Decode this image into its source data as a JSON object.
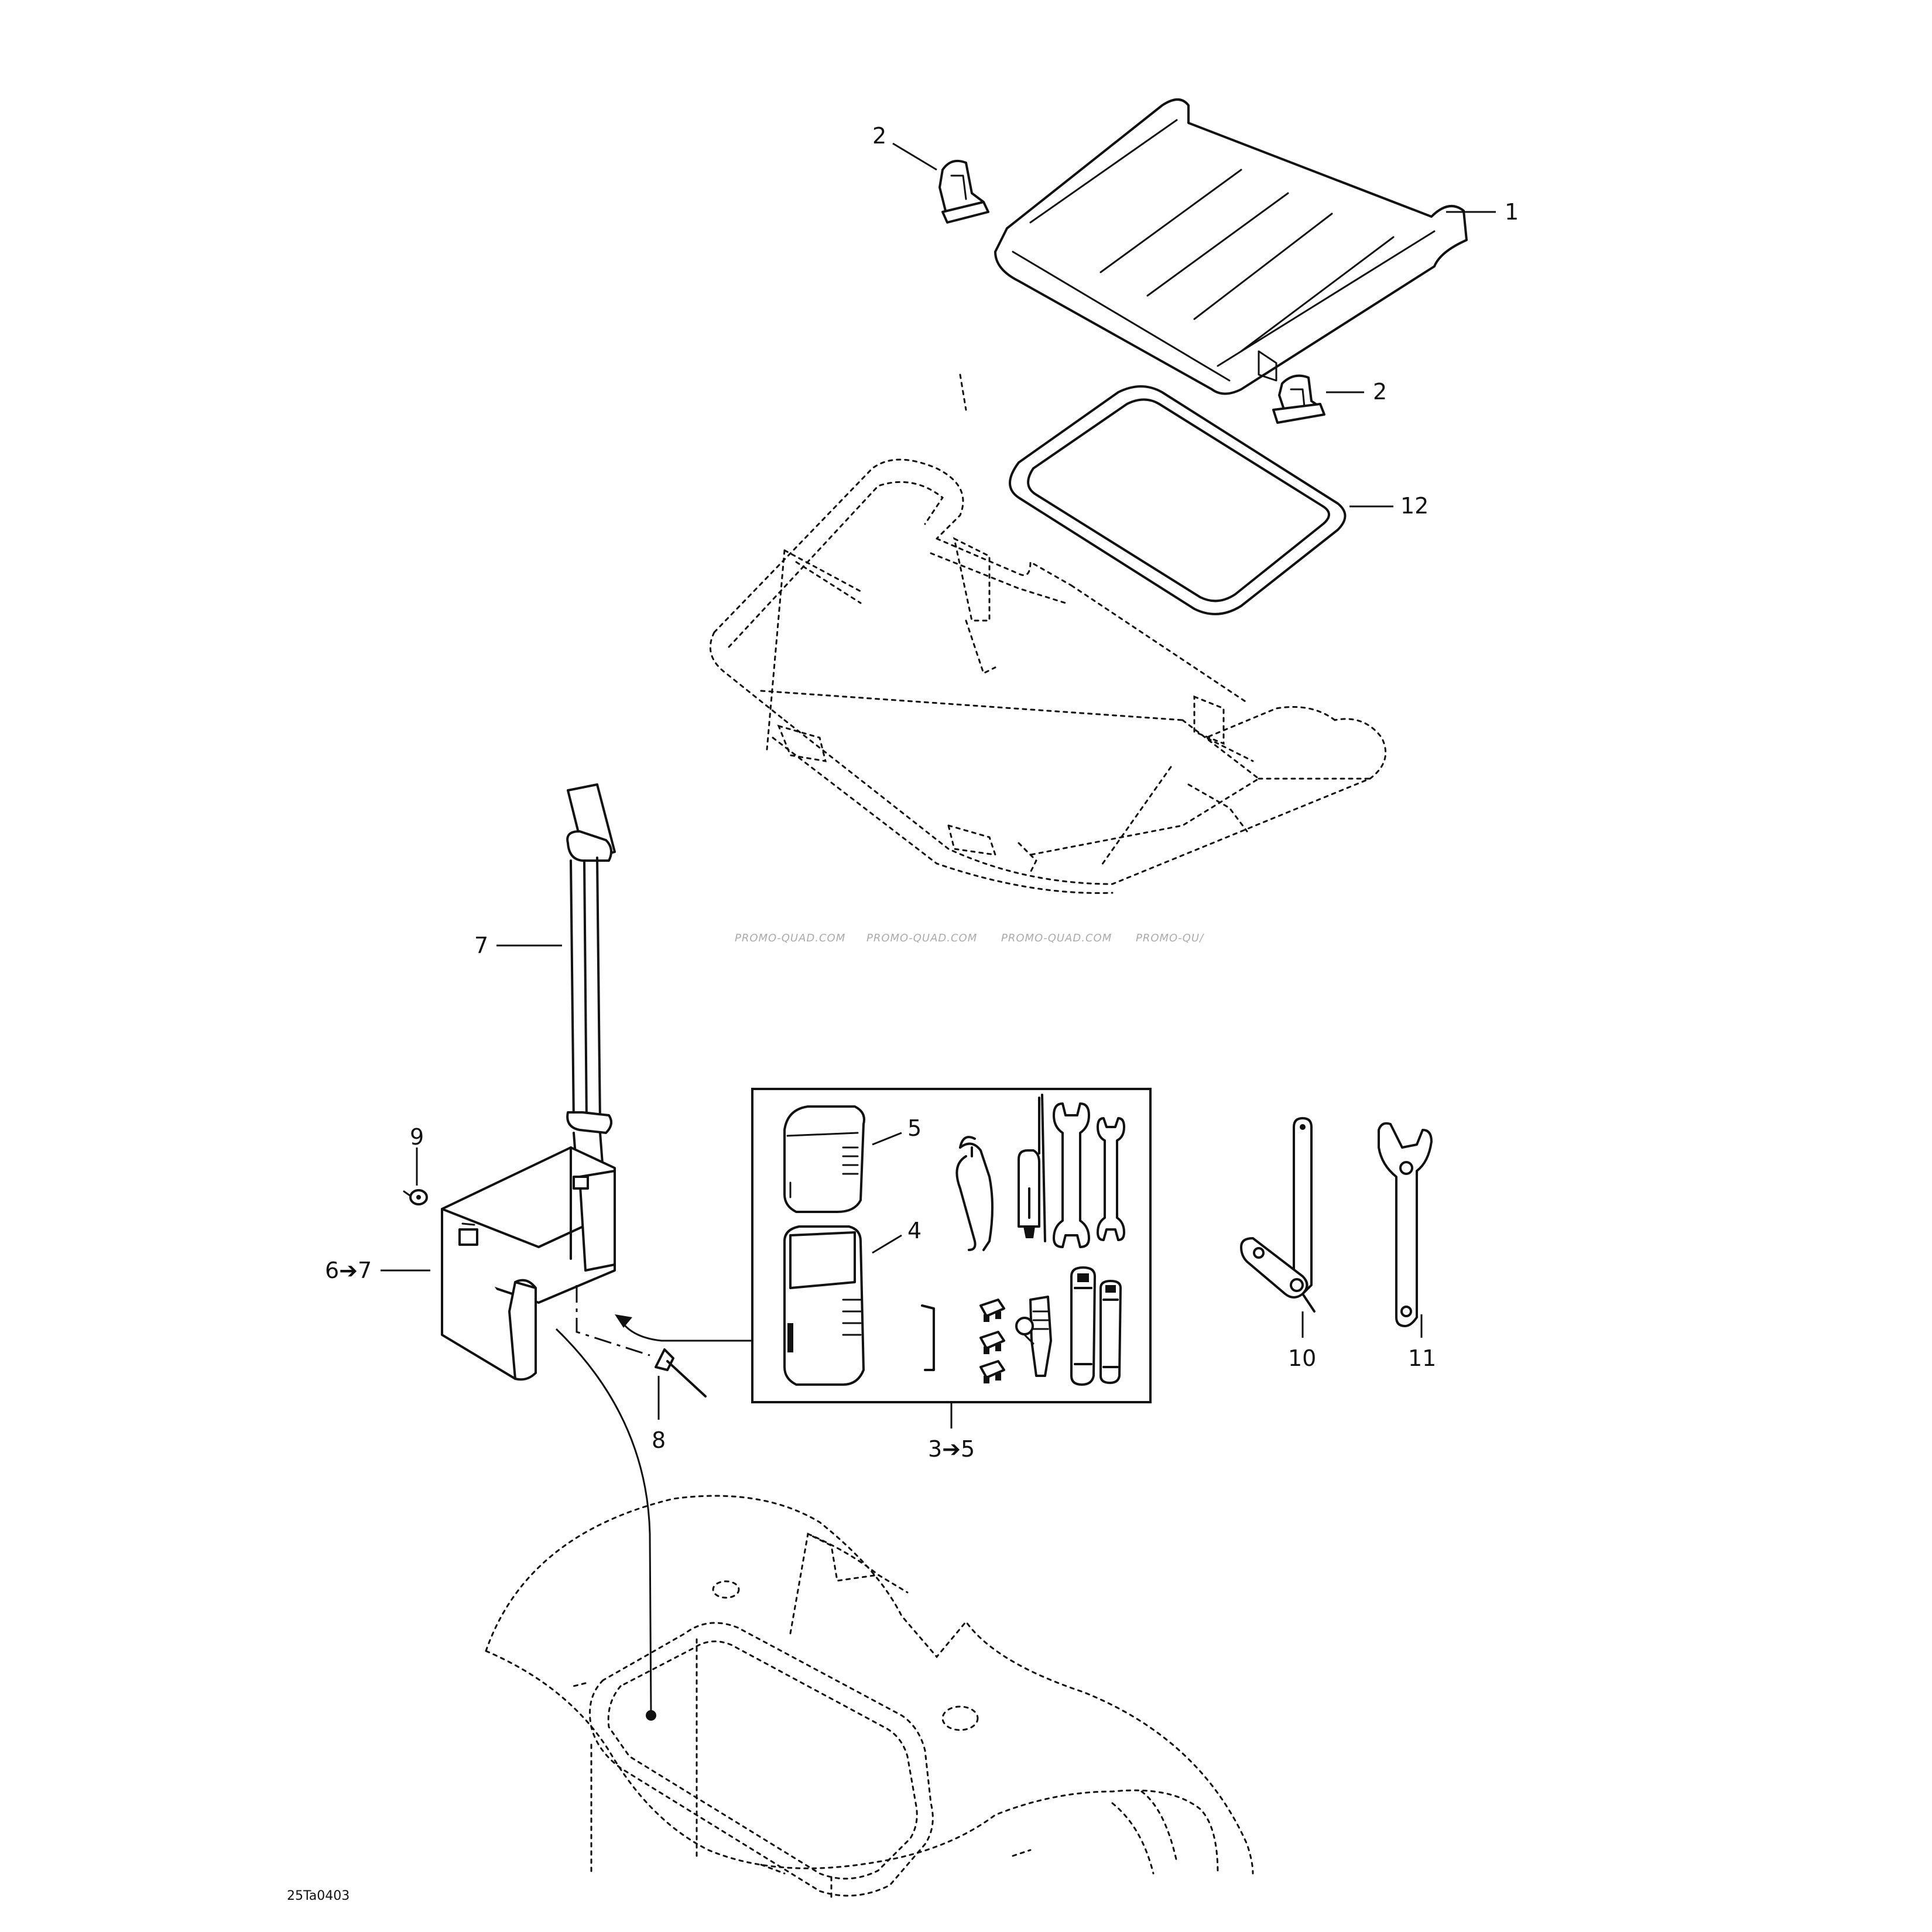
{
  "callouts": {
    "c1": "1",
    "c2a": "2",
    "c2b": "2",
    "c12": "12",
    "c7": "7",
    "c9": "9",
    "c6to7": "6➔7",
    "c5": "5",
    "c4": "4",
    "c8": "8",
    "c3to5": "3➔5",
    "c10": "10",
    "c11": "11"
  },
  "watermark": {
    "w1": "PROMO-QUAD.COM",
    "w2": "PROMO-QUAD.COM",
    "w3": "PROMO-QUAD.COM",
    "w4": "PROMO-QU/"
  },
  "figure_ref": "25Ta0403"
}
